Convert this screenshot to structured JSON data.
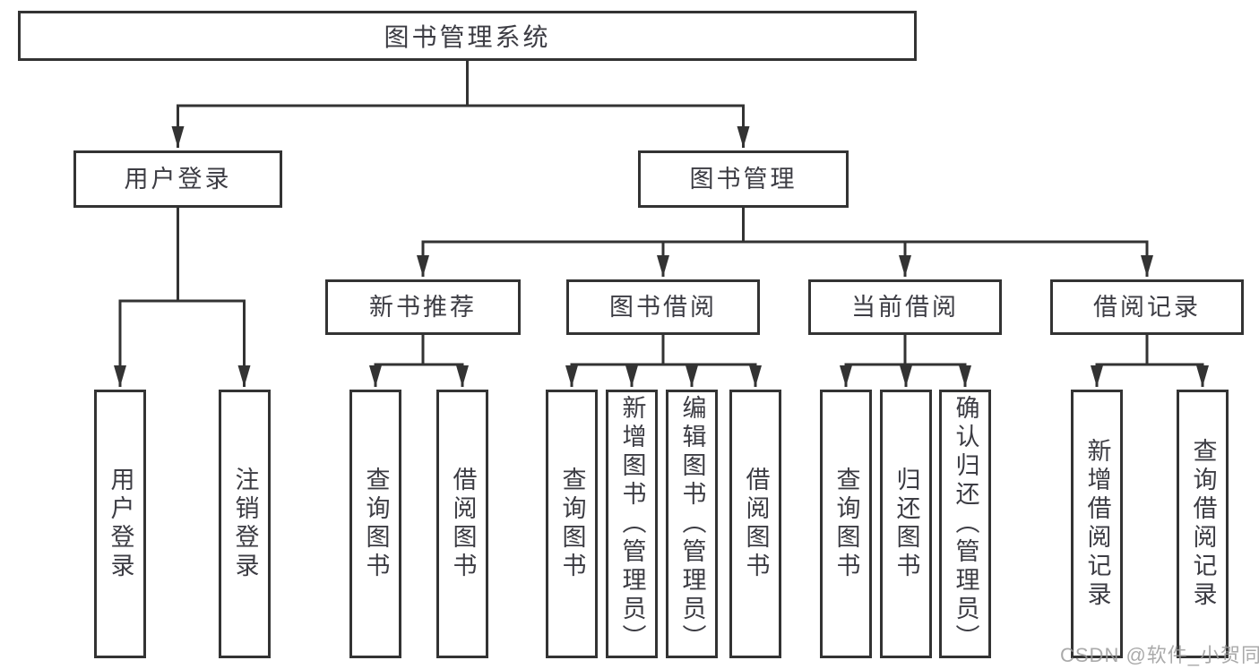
{
  "tree": {
    "label": "图书管理系统",
    "children": [
      {
        "label": "用户登录",
        "children": [
          {
            "label": "用户登录"
          },
          {
            "label": "注销登录"
          }
        ]
      },
      {
        "label": "图书管理",
        "children": [
          {
            "label": "新书推荐",
            "children": [
              {
                "label": "查询图书"
              },
              {
                "label": "借阅图书"
              }
            ]
          },
          {
            "label": "图书借阅",
            "children": [
              {
                "label": "查询图书"
              },
              {
                "label": "新增图书（管理员）"
              },
              {
                "label": "编辑图书（管理员）"
              },
              {
                "label": "借阅图书"
              }
            ]
          },
          {
            "label": "当前借阅",
            "children": [
              {
                "label": "查询图书"
              },
              {
                "label": "归还图书"
              },
              {
                "label": "确认归还（管理员）"
              }
            ]
          },
          {
            "label": "借阅记录",
            "children": [
              {
                "label": "新增借阅记录"
              },
              {
                "label": "查询借阅记录"
              }
            ]
          }
        ]
      }
    ]
  },
  "watermark": {
    "text": "CSDN @软件_小贺同学"
  },
  "colors": {
    "line": "#333333",
    "text": "#3c3c43",
    "background": "#ffffff",
    "watermark": "#9b9b9b"
  }
}
